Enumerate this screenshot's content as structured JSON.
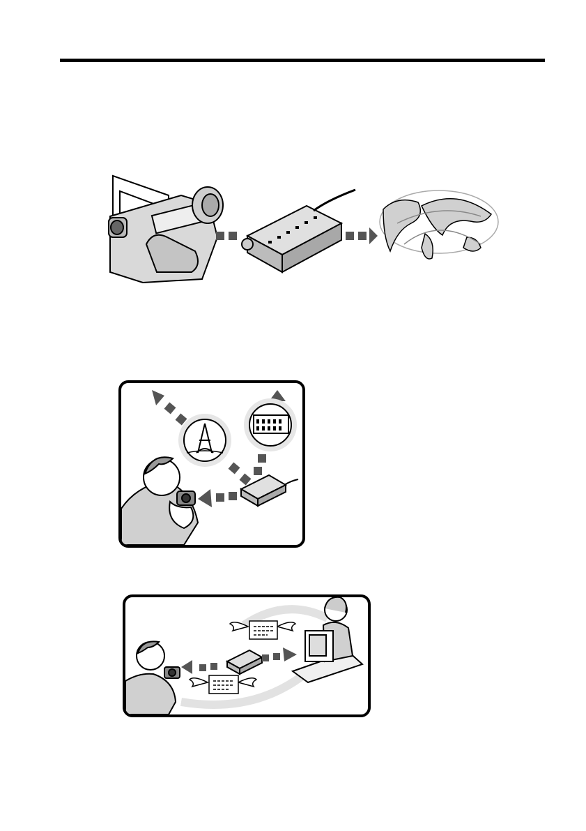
{
  "page": {
    "header_rule": true
  },
  "illustrations": {
    "hero": {
      "camera_icon": "camcorder",
      "adapter_icon": "network-adapter",
      "world_icon": "world-map",
      "arrow_icon": "dashed-arrow"
    },
    "panel1": {
      "person_icon": "man-with-camera",
      "landmark_icon": "eiffel-tower",
      "building_icon": "building",
      "adapter_icon": "network-adapter"
    },
    "panel2": {
      "sender_icon": "man-with-camera",
      "receiver_icon": "woman-at-computer",
      "mail_icon": "winged-mail",
      "adapter_icon": "network-adapter"
    }
  },
  "colors": {
    "ink": "#000000",
    "fill_gray": "#d9d9d9",
    "arrow_gray": "#555555",
    "glow": "#e6e6e6"
  }
}
